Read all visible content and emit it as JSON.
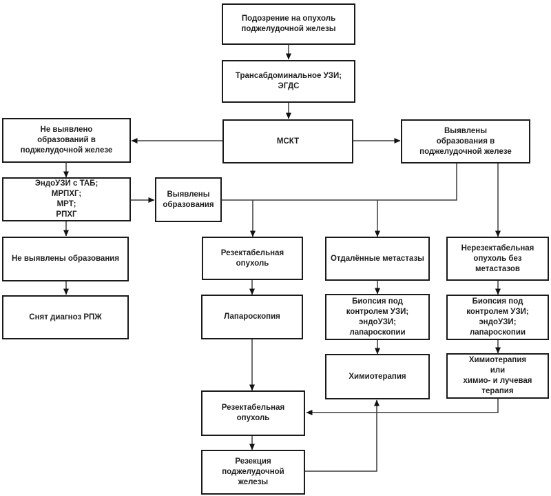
{
  "diagram": {
    "type": "flowchart",
    "language": "ru",
    "colors": {
      "background": "#ffffff",
      "box_fill": "#ffffff",
      "box_border": "#1a1a1a",
      "connector": "#3c3c3c",
      "text": "#1f1f1f"
    },
    "nodes": {
      "suspicion": "Подозрение на опухоль\nподжелудочной железы",
      "transabdominal_us": "Трансабдоминальное УЗИ;\nЭГДС",
      "msct": "МСКТ",
      "no_mass_on_msct": "Не выявлено\nобразований в\nподжелудочной железе",
      "mass_found_on_msct": "Выявлены\nобразования в\nподжелудочной железе",
      "endo_us_tab": "ЭндоУЗИ с ТАБ;\nМРПХГ;\nМРТ;\nРПХГ",
      "mass_found": "Выявлены\nобразования",
      "no_mass_found": "Не выявлены образования",
      "diagnosis_removed": "Снят диагноз РПЖ",
      "resectable_tumor_1": "Резектабельная\nопухоль",
      "distant_metastases": "Отдалённые метастазы",
      "unresectable_tumor": "Нерезектабельная\nопухоль без\nметастазов",
      "laparoscopy": "Лапароскопия",
      "biopsy_guided_1": "Биопсия под\nконтролем УЗИ;\nэндоУЗИ;\nлапароскопии",
      "biopsy_guided_2": "Биопсия под\nконтролем УЗИ;\nэндоУЗИ;\nлапароскопии",
      "chemotherapy": "Химиотерапия",
      "chemo_or_chemoradiation": "Химиотерапия\nили\nхимио- и лучевая\nтерапия",
      "resectable_tumor_2": "Резектабельная\nопухоль",
      "pancreatic_resection": "Резекция\nподжелудочной\nжелезы"
    },
    "edges": [
      {
        "from": "suspicion",
        "to": "transabdominal_us"
      },
      {
        "from": "transabdominal_us",
        "to": "msct"
      },
      {
        "from": "msct",
        "to": "no_mass_on_msct"
      },
      {
        "from": "msct",
        "to": "mass_found_on_msct"
      },
      {
        "from": "no_mass_on_msct",
        "to": "endo_us_tab"
      },
      {
        "from": "endo_us_tab",
        "to": "mass_found"
      },
      {
        "from": "endo_us_tab",
        "to": "no_mass_found"
      },
      {
        "from": "no_mass_found",
        "to": "diagnosis_removed"
      },
      {
        "from": "mass_found",
        "to": "resectable_tumor_1"
      },
      {
        "from": "mass_found",
        "to": "distant_metastases"
      },
      {
        "from": "mass_found_on_msct",
        "to": "resectable_tumor_1"
      },
      {
        "from": "mass_found_on_msct",
        "to": "distant_metastases"
      },
      {
        "from": "mass_found_on_msct",
        "to": "unresectable_tumor"
      },
      {
        "from": "resectable_tumor_1",
        "to": "laparoscopy"
      },
      {
        "from": "laparoscopy",
        "to": "resectable_tumor_2"
      },
      {
        "from": "distant_metastases",
        "to": "biopsy_guided_1"
      },
      {
        "from": "biopsy_guided_1",
        "to": "chemotherapy"
      },
      {
        "from": "unresectable_tumor",
        "to": "biopsy_guided_2"
      },
      {
        "from": "biopsy_guided_2",
        "to": "chemo_or_chemoradiation"
      },
      {
        "from": "chemo_or_chemoradiation",
        "to": "resectable_tumor_2"
      },
      {
        "from": "resectable_tumor_2",
        "to": "pancreatic_resection"
      },
      {
        "from": "pancreatic_resection",
        "to": "chemotherapy"
      }
    ]
  }
}
